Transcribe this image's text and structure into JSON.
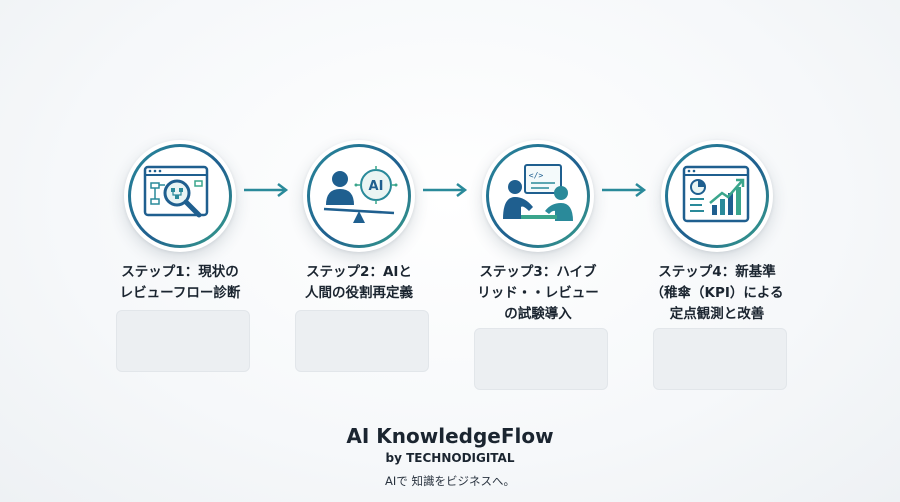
{
  "steps": [
    {
      "label_line1": "ステップ1：現状の",
      "label_line2": "レビューフロー診断",
      "label_line3": "",
      "icon": "flow-diagnosis-magnifier-icon"
    },
    {
      "label_line1": "ステップ2：AIと",
      "label_line2": "人間の役割再定義",
      "label_line3": "",
      "icon": "human-ai-balance-icon",
      "icon_text": "AI"
    },
    {
      "label_line1": "ステップ3：ハイブ",
      "label_line2": "リッド・・レビュー",
      "label_line3": "の試験導入",
      "icon": "team-code-review-icon",
      "icon_text": "</>"
    },
    {
      "label_line1": "ステップ4：新基準",
      "label_line2": "（稚傘（KPI）による",
      "label_line3": "定点観測と改善",
      "icon": "kpi-growth-chart-icon"
    }
  ],
  "footer": {
    "title": "AI KnowledgeFlow",
    "byline": "by TECHNODIGITAL",
    "tagline": "AIで 知識をビジネスへ。"
  },
  "colors": {
    "accent_teal": "#2a8a9a",
    "accent_blue": "#1f5f8f",
    "accent_green": "#3aa58c",
    "placeholder_box": "#eceff2"
  }
}
